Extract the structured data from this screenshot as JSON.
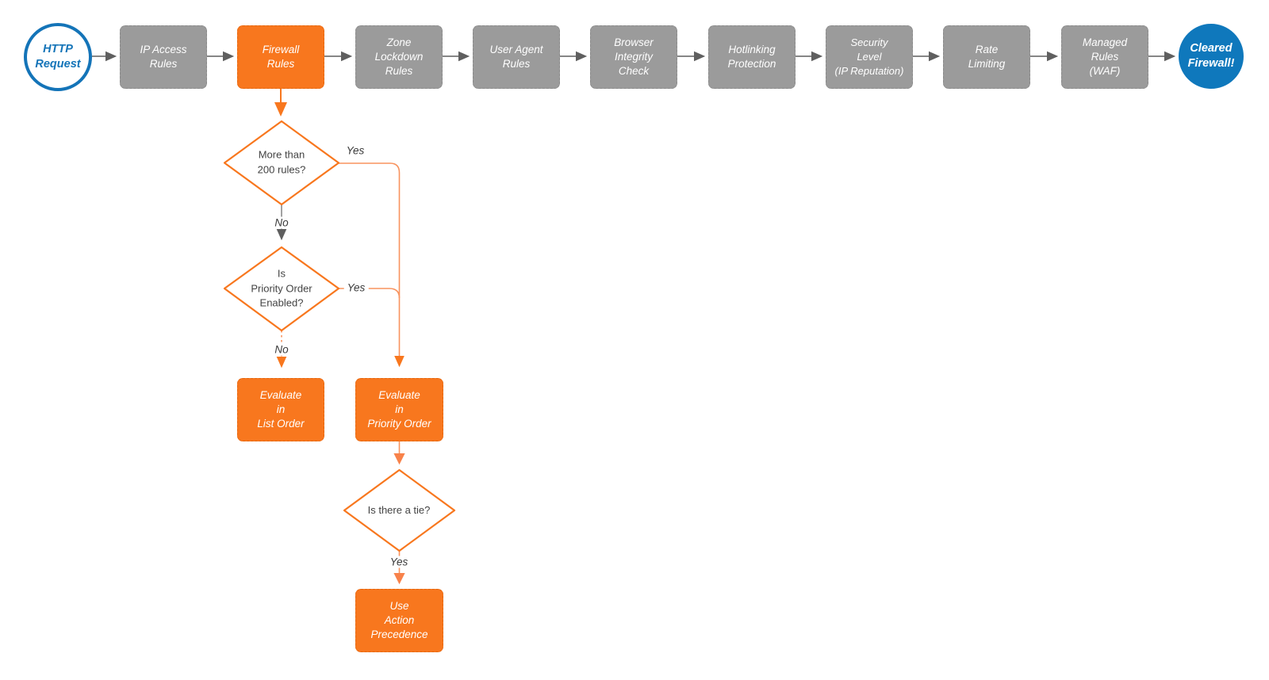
{
  "pipeline": {
    "start": {
      "label": "HTTP\nRequest"
    },
    "stages": [
      {
        "label": "IP Access\nRules"
      },
      {
        "label": "Firewall\nRules"
      },
      {
        "label": "Zone\nLockdown\nRules"
      },
      {
        "label": "User Agent\nRules"
      },
      {
        "label": "Browser\nIntegrity\nCheck"
      },
      {
        "label": "Hotlinking\nProtection"
      },
      {
        "label": "Security\nLevel\n(IP Reputation)"
      },
      {
        "label": "Rate\nLimiting"
      },
      {
        "label": "Managed\nRules\n(WAF)"
      }
    ],
    "end": {
      "label": "Cleared\nFirewall!"
    }
  },
  "decisions": {
    "rule_count": {
      "question": "More than\n200 rules?",
      "yes_label": "Yes",
      "no_label": "No"
    },
    "priority_enabled": {
      "question": "Is\nPriority Order\nEnabled?",
      "yes_label": "Yes",
      "no_label": "No"
    },
    "tie": {
      "question": "Is there a tie?",
      "yes_label": "Yes"
    }
  },
  "actions": {
    "list_order": {
      "label": "Evaluate\nin\nList Order"
    },
    "priority_order": {
      "label": "Evaluate\nin\nPriority Order"
    },
    "action_precedence": {
      "label": "Use\nAction\nPrecedence"
    }
  },
  "colors": {
    "stage_gray": "#9b9b9b",
    "accent_orange": "#f8771e",
    "accent_blue": "#0f78bc",
    "connector_gray": "#5f5f5f",
    "connector_orange_light": "#f8935e"
  }
}
